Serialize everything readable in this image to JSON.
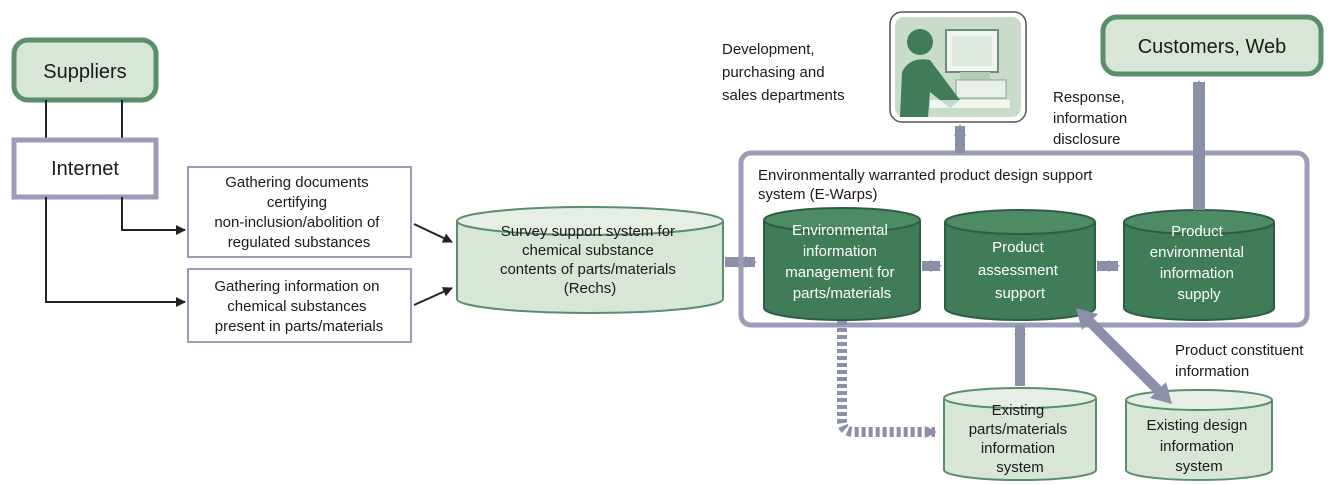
{
  "nodes": {
    "suppliers": "Suppliers",
    "internet": "Internet",
    "doc_box": [
      "Gathering documents",
      "certifying",
      "non-inclusion/abolition of",
      "regulated substances"
    ],
    "info_box": [
      "Gathering information on",
      "chemical substances",
      "present in parts/materials"
    ],
    "rechs": [
      "Survey support system for",
      "chemical substance",
      "contents of parts/materials",
      "(Rechs)"
    ],
    "ewarps_title": [
      "Environmentally warranted product design support",
      "system (E-Warps)"
    ],
    "env_info_mgmt": [
      "Environmental",
      "information",
      "management for",
      "parts/materials"
    ],
    "product_assessment": [
      "Product",
      "assessment",
      "support"
    ],
    "product_env_supply": [
      "Product",
      "environmental",
      "information",
      "supply"
    ],
    "existing_parts": [
      "Existing",
      "parts/materials",
      "information",
      "system"
    ],
    "existing_design": [
      "Existing design",
      "information",
      "system"
    ],
    "customers": "Customers, Web"
  },
  "labels": {
    "departments": [
      "Development,",
      "purchasing and",
      "sales departments"
    ],
    "response": [
      "Response,",
      "information",
      "disclosure"
    ],
    "constituent": [
      "Product constituent",
      "information"
    ]
  },
  "colors": {
    "green_dark": "#3f7c57",
    "green_border": "#5a8f6a",
    "green_light": "#d8e6d8",
    "gray_arrow": "#8b8fa8",
    "gray_border": "#9a9db5"
  }
}
